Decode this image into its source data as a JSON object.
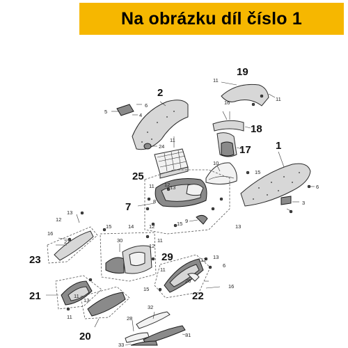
{
  "banner": {
    "text": "Na obrázku díl číslo 1",
    "background": "#f6b700"
  },
  "labels_large": [
    "1",
    "2",
    "7",
    "17",
    "18",
    "19",
    "20",
    "21",
    "22",
    "23",
    "25",
    "29"
  ],
  "labels_small": [
    "3",
    "4",
    "5",
    "6",
    "8",
    "9",
    "10",
    "11",
    "12",
    "13",
    "14",
    "15",
    "16",
    "24",
    "26",
    "27",
    "28",
    "30",
    "31",
    "32",
    "33"
  ]
}
